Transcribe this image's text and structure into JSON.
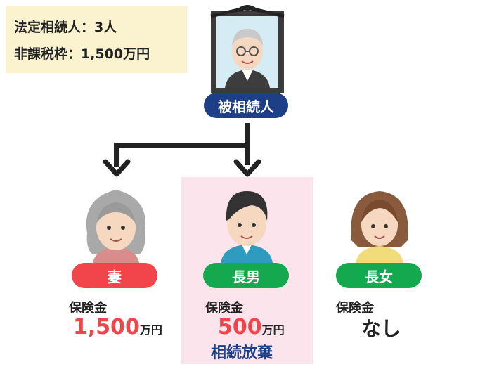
{
  "info": {
    "heirs_count": "法定相続人：3人",
    "tax_free_limit": "非課税枠：1,500万円"
  },
  "deceased": {
    "label": "被相続人"
  },
  "heirs": [
    {
      "label": "妻",
      "insurance_label": "保険金",
      "amount": "1,500",
      "unit": "万円",
      "color": "#f1454b"
    },
    {
      "label": "長男",
      "insurance_label": "保険金",
      "amount": "500",
      "unit": "万円",
      "status": "相続放棄",
      "color": "#14a84f"
    },
    {
      "label": "長女",
      "insurance_label": "保険金",
      "amount_text": "なし",
      "color": "#14a84f"
    }
  ],
  "colors": {
    "navy": "#1c3f87",
    "red": "#f1454b",
    "green": "#14a84f",
    "info_bg": "#fbf3cf",
    "highlight_bg": "#fbe4ec"
  }
}
